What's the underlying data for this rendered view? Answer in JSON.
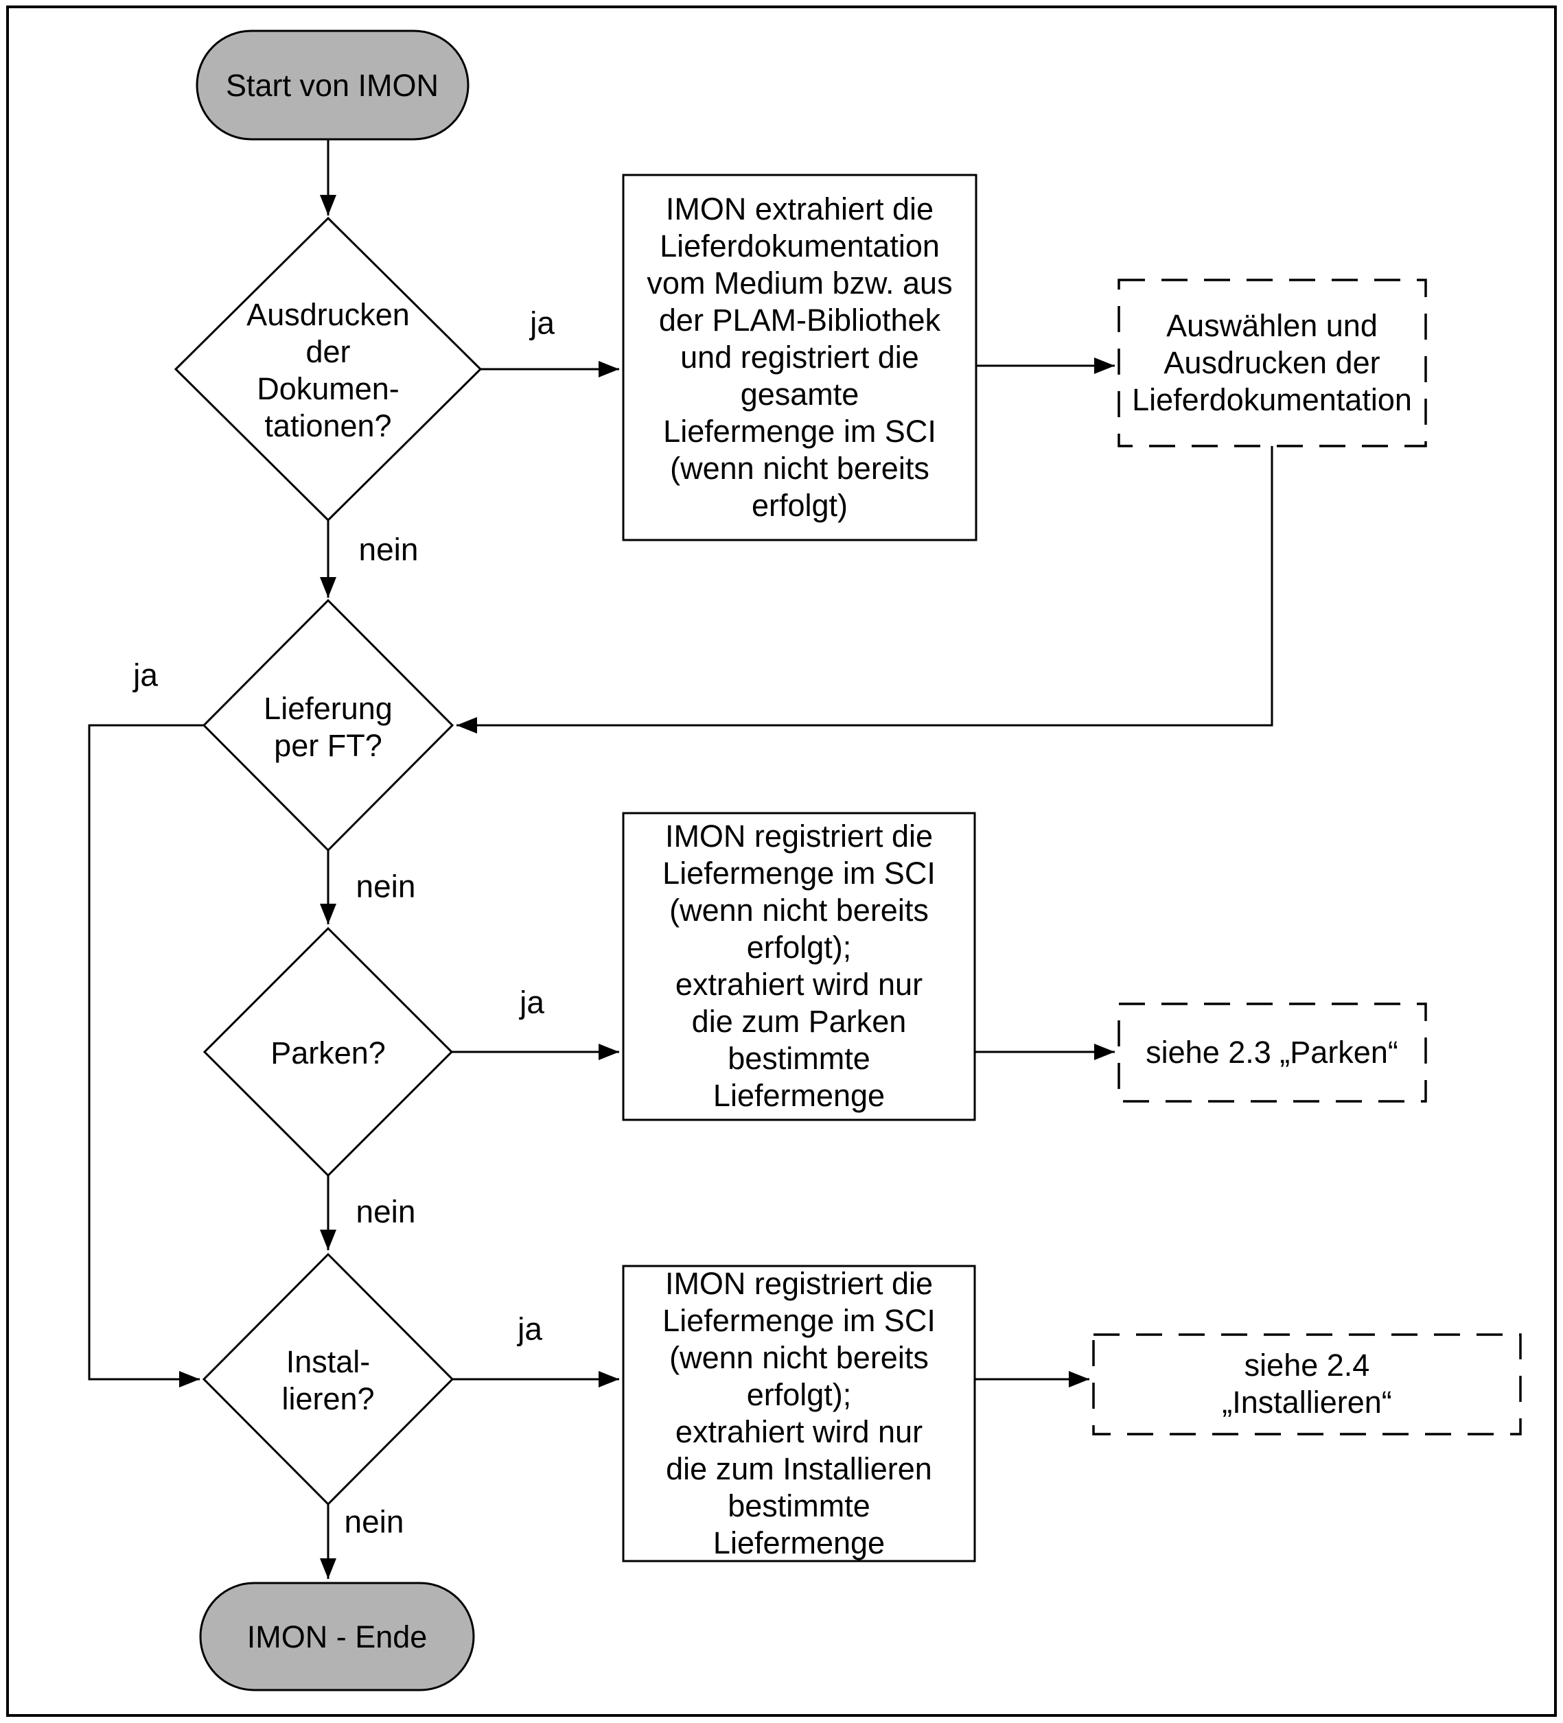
{
  "figure": {
    "kind": "flowchart",
    "language": "de"
  },
  "colors": {
    "terminal_fill": "#b3b3b3",
    "line": "#000000",
    "node_fill": "#ffffff",
    "background": "#ffffff"
  },
  "nodes": {
    "start": {
      "label": "Start von IMON"
    },
    "decision_print_docs": {
      "label": "Ausdrucken\nder\nDokumen-\ntationen?"
    },
    "process_extract_docs": {
      "label": "IMON extrahiert die\nLieferdokumentation\nvom Medium bzw. aus\nder PLAM-Bibliothek\nund registriert die\ngesamte\nLiefermenge im SCI\n(wenn nicht bereits\nerfolgt)"
    },
    "reference_print_docs": {
      "label": "Auswählen und\nAusdrucken der\nLieferdokumentation"
    },
    "decision_delivery_ft": {
      "label": "Lieferung\nper FT?"
    },
    "decision_park": {
      "label": "Parken?"
    },
    "process_register_park": {
      "label": "IMON registriert die\nLiefermenge im SCI\n(wenn nicht bereits\nerfolgt);\nextrahiert wird nur\ndie zum Parken\nbestimmte\nLiefermenge"
    },
    "reference_park": {
      "label": "siehe 2.3 „Parken“"
    },
    "decision_install": {
      "label": "Instal-\nlieren?"
    },
    "process_register_install": {
      "label": "IMON registriert die\nLiefermenge im SCI\n(wenn nicht bereits\nerfolgt);\nextrahiert wird nur\ndie zum Installieren\nbestimmte\nLiefermenge"
    },
    "reference_install": {
      "label": "siehe 2.4 „Installieren“"
    },
    "end": {
      "label": "IMON - Ende"
    }
  },
  "edge_labels": {
    "d1_ja": "ja",
    "d1_nein": "nein",
    "d2_ja": "ja",
    "d2_nein": "nein",
    "d3_ja": "ja",
    "d3_nein": "nein",
    "d4_ja": "ja",
    "d4_nein": "nein"
  }
}
